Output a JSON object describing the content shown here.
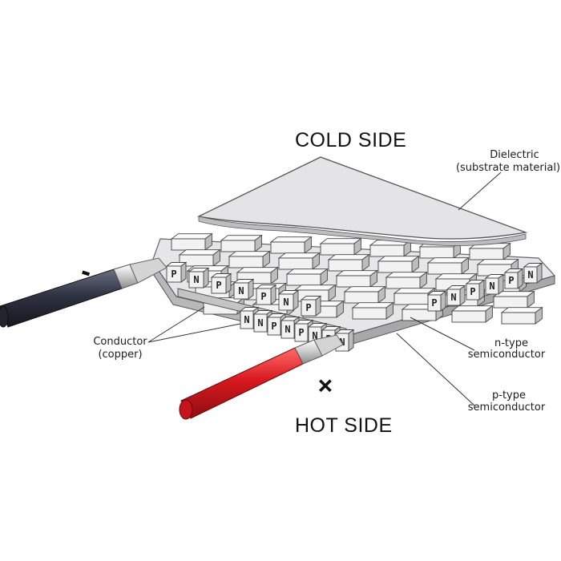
{
  "labels": {
    "cold_side": "COLD SIDE",
    "hot_side": "HOT SIDE",
    "dielectric_line1": "Dielectric",
    "dielectric_line2": "(substrate material)",
    "conductor_line1": "Conductor",
    "conductor_line2": "(copper)",
    "ntype_line1": "n-type",
    "ntype_line2": "semiconductor",
    "ptype_line1": "p-type",
    "ptype_line2": "semiconductor",
    "minus_sign": "-",
    "plus_sign": "+"
  },
  "semiconductor_front_row": [
    "N",
    "N",
    "P",
    "N",
    "P",
    "N",
    "P",
    "N"
  ],
  "semiconductor_left_column": [
    "P",
    "N",
    "P",
    "N",
    "P",
    "N",
    "P"
  ],
  "semiconductor_right_column": [
    "P",
    "N",
    "P",
    "N",
    "P",
    "N"
  ],
  "colors": {
    "negative_wire": "#2e3140",
    "positive_wire": "#d8191f",
    "substrate": "#e4e4e6",
    "pellet_face": "#f3f3f3",
    "copper_tab": "#b9b9b9"
  }
}
